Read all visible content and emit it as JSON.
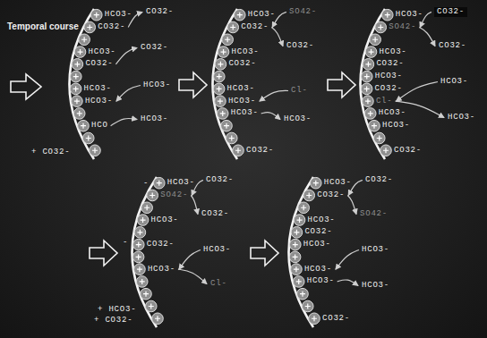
{
  "diagram": {
    "labels": [
      "Temporal course",
      "HCO3-",
      "CO32-",
      "HCO3-",
      "CO32-",
      "HCO3-",
      "HCO3-",
      "HCO",
      "+ CO32-",
      "CO32-",
      "CO32-",
      "HCO3-",
      "HCO3-",
      "HCO3-",
      "CO32-",
      "HCO3-",
      "CO32-",
      "HCO3-",
      "HCO3-",
      "HCO3-",
      "CO32-",
      "SO42-",
      "CO32-",
      "Cl-",
      "HCO3-",
      "HCO3-",
      "SO42-",
      "HCO3-",
      "CO32-",
      "HCO3-",
      "CO32-",
      "Cl-",
      "HCO3-",
      "HCO3-",
      "CO32-",
      "CO32-",
      "CO32-",
      "HCO3-",
      "HCO3-",
      "HCO3-",
      "SO42-",
      "HCO3-",
      "CO32-",
      "HCO3-",
      "-",
      "-",
      "+ HCO3-",
      "+ CO32-",
      "CO32-",
      "CO32-",
      "HCO3-",
      "Cl-",
      "HCO3-",
      "CO32-",
      "HCO3-",
      "CO32-",
      "HCO3-",
      "HCO3-",
      "HCO3-",
      "CO32-",
      "CO32-",
      "SO42-",
      "HCO3-",
      "HCO3-"
    ]
  }
}
